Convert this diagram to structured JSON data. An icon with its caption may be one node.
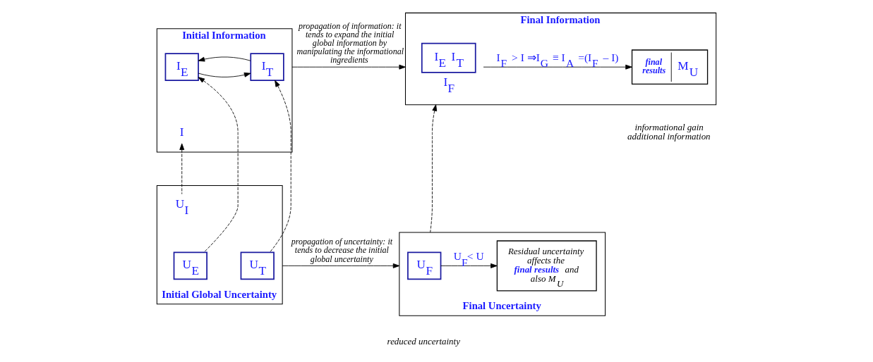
{
  "diagram": {
    "nodes": [
      {
        "text": [
          "Initial Information"
        ]
      },
      {
        "text": [
          "I$_{E}$"
        ],
        "in": 0
      },
      {
        "text": [
          "I$_{T}$"
        ],
        "in": 0
      },
      {
        "text": [
          "I"
        ],
        "in": 0
      },
      {
        "text": [
          "Final Information"
        ]
      },
      {
        "text": [
          "I$_{E}$ I$_{T}$"
        ],
        "in": 4,
        "beside": [
          "I$_{F}$"
        ]
      },
      {
        "text": [
          "final results",
          "M$_{U}$"
        ],
        "in": 4
      },
      {
        "text": [
          "Initial Global Uncertainty"
        ]
      },
      {
        "text": [
          "U$_{E}$"
        ],
        "in": 7
      },
      {
        "text": [
          "U$_{I}$"
        ],
        "in": 7
      },
      {
        "text": [
          "U$_{T}$"
        ],
        "in": 7
      },
      {
        "text": [
          "Final Uncertainty"
        ]
      },
      {
        "text": [
          "U$_{F}$"
        ],
        "in": 11
      },
      {
        "text": [
          "Residual uncertainty affects the **final results** and also M$_{U}$"
        ],
        "in": 11
      }
    ],
    "edges": [
      {
        "from": 1,
        "to": 2,
        "arrow": "to"
      },
      {
        "from": 2,
        "to": 1,
        "arrow": "to"
      },
      {
        "from": 8,
        "to": 1,
        "arrow": "to",
        "style": "dashed"
      },
      {
        "from": 9,
        "to": 3,
        "arrow": "to",
        "style": "dashed"
      },
      {
        "from": 10,
        "to": 2,
        "arrow": "to",
        "style": "dashed"
      },
      {
        "from": 0,
        "to": 4,
        "arrow": "to",
        "label": "propagation of information: it tends to expand the initial global information by manipulating the informational ingredients"
      },
      {
        "from": 5,
        "to": 6,
        "arrow": "to",
        "label": "I$_{F}$ > I ⇒I$_{G}$ ≡ I$_{A}$ =(I$_{F}$ – I)"
      },
      {
        "from": 7,
        "to": 11,
        "arrow": "to",
        "label": "propagation of uncertainty: it tends to decrease the initial global uncertainty"
      },
      {
        "from": 12,
        "to": 13,
        "arrow": "to",
        "label": "U$_{F}$< U"
      },
      {
        "from": 11,
        "to": 4,
        "arrow": "to",
        "style": "dashed"
      }
    ],
    "labels": [
      "informational gain additional information",
      "reduced uncertainty"
    ]
  }
}
